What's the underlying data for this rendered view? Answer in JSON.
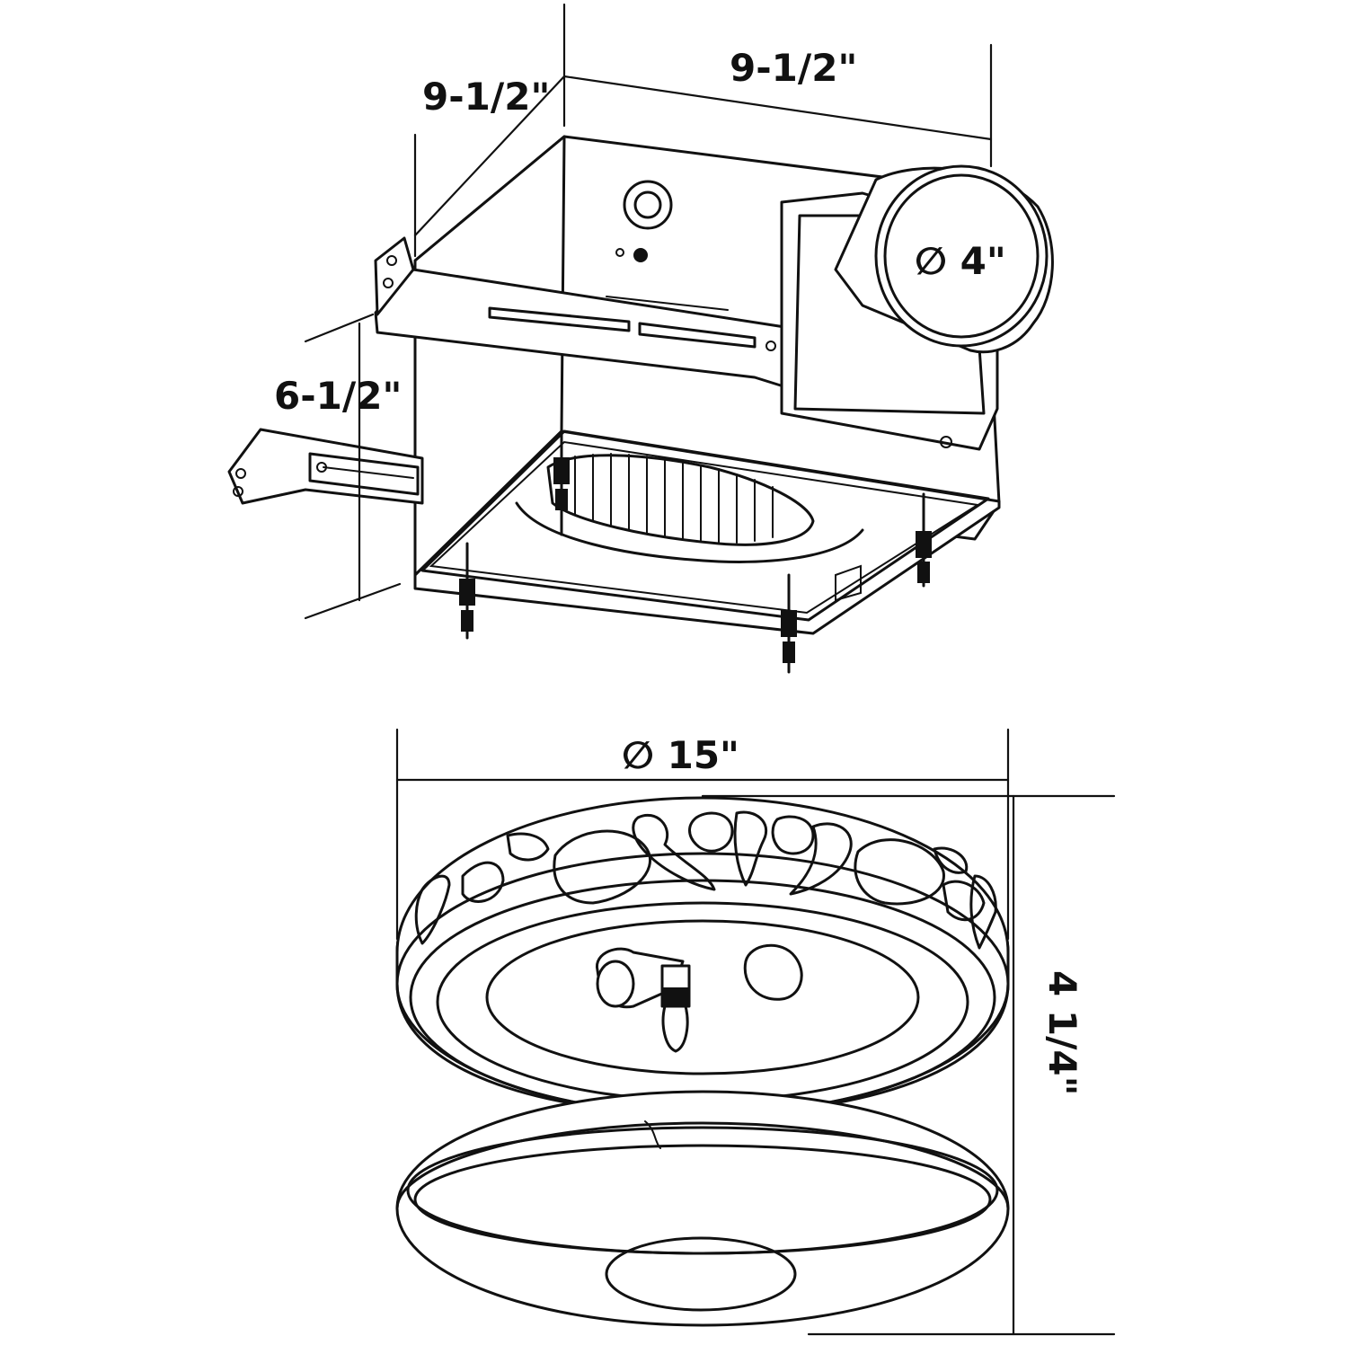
{
  "dimensions": {
    "housing_depth": "9-1/2\"",
    "housing_width": "9-1/2\"",
    "housing_height": "6-1/2\"",
    "duct_diameter": "∅ 4\"",
    "grille_diameter": "∅ 15\"",
    "grille_height": "4 1/4\""
  },
  "colors": {
    "line": "#111111",
    "background": "#ffffff"
  }
}
